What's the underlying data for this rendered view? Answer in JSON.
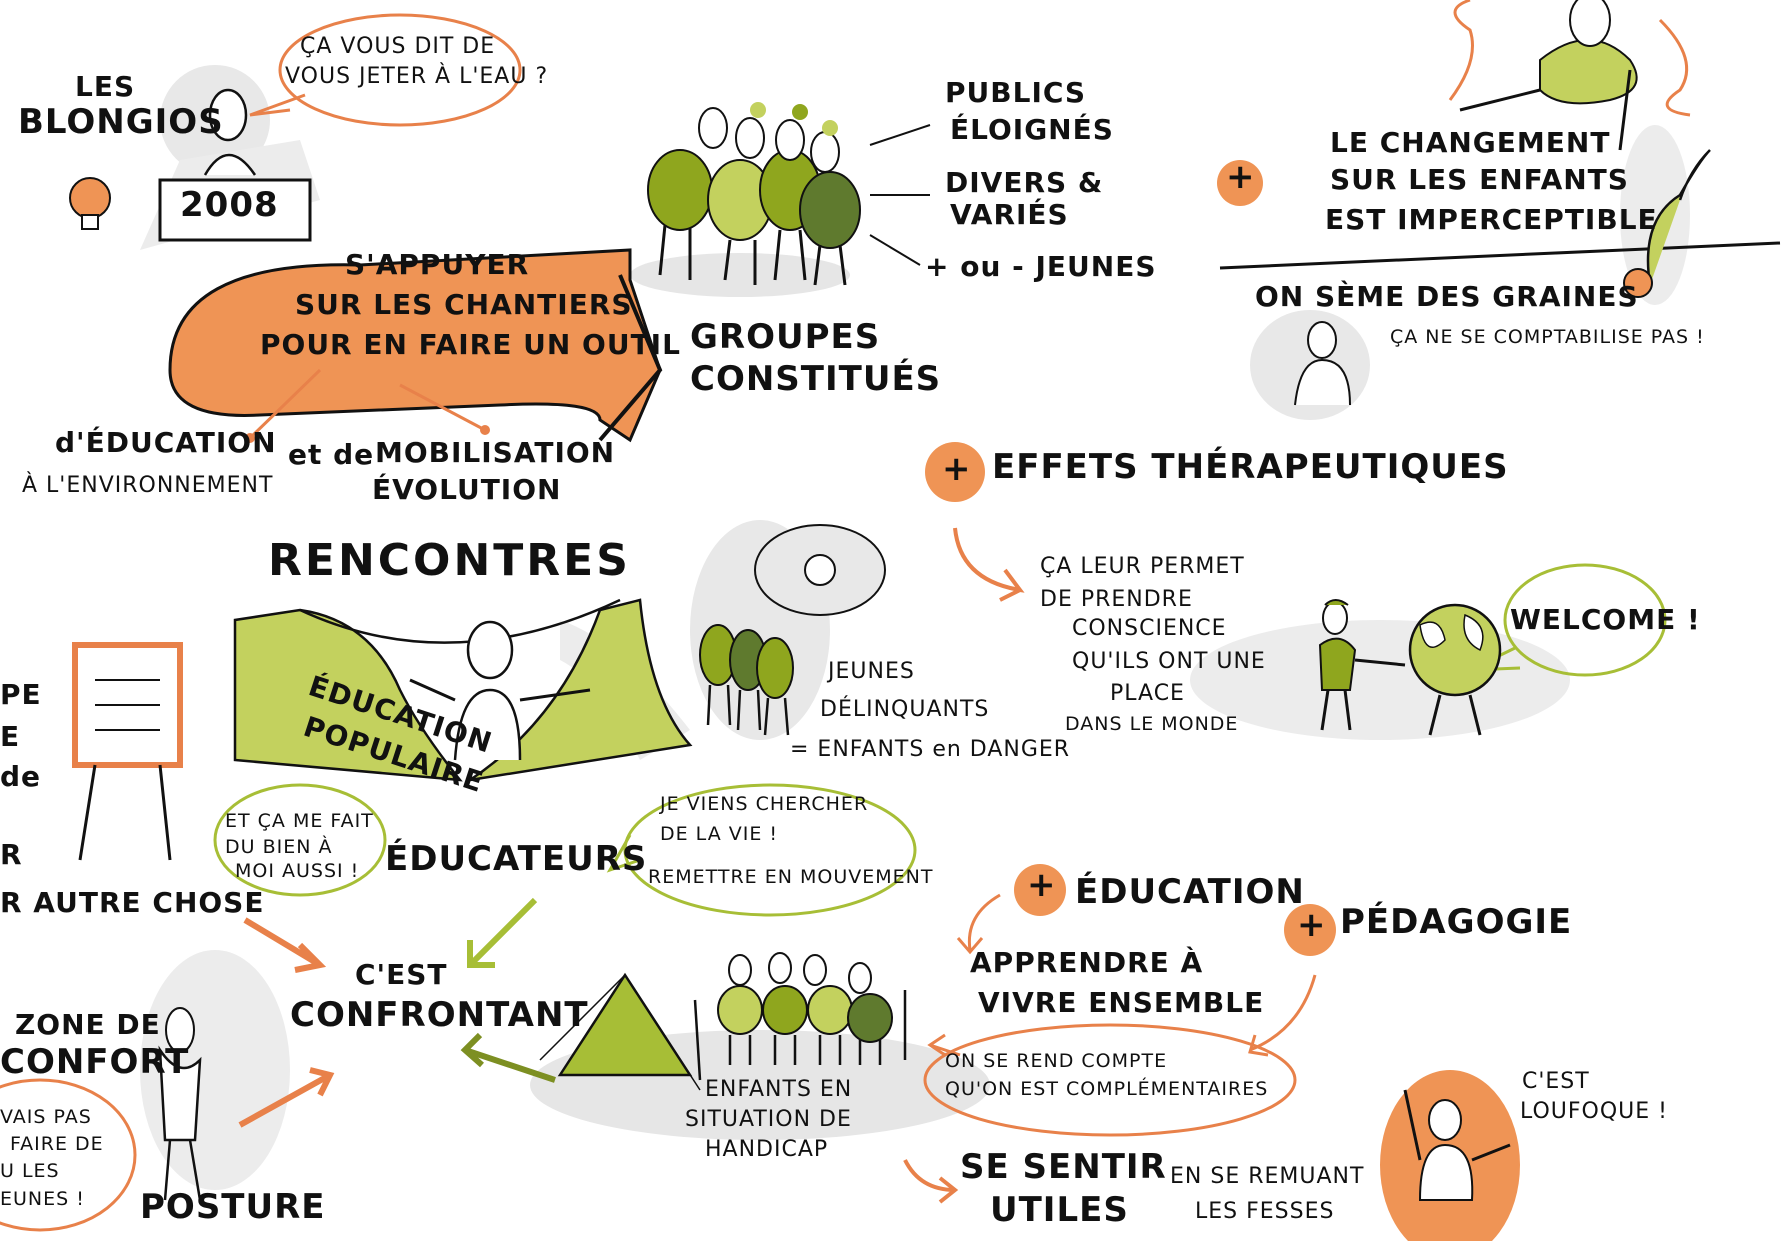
{
  "top_left": {
    "les_blongios": [
      "LES",
      "BLONGIOS"
    ],
    "year": "2008",
    "speech": [
      "ÇA VOUS DIT DE",
      "VOUS JETER À L'EAU ?"
    ]
  },
  "big_arrow": {
    "lines": [
      "S'APPUYER",
      "SUR LES CHANTIERS",
      "POUR EN FAIRE UN OUTIL"
    ],
    "below_left": [
      "d'ÉDUCATION",
      "À L'ENVIRONNEMENT"
    ],
    "below_mid_prefix": "et de",
    "below_mid": [
      "MOBILISATION",
      "ÉVOLUTION"
    ]
  },
  "groups": {
    "title": [
      "GROUPES",
      "CONSTITUÉS"
    ],
    "items": [
      [
        "PUBLICS",
        "ÉLOIGNÉS"
      ],
      [
        "DIVERS &",
        "VARIÉS"
      ],
      [
        "+ ou - JEUNES"
      ]
    ]
  },
  "top_right": {
    "plus": "+",
    "text": [
      "LE CHANGEMENT",
      "SUR LES ENFANTS",
      "EST IMPERCEPTIBLE"
    ],
    "seeds": "ON SÈME DES GRAINES",
    "not_counted": "ÇA NE SE COMPTABILISE PAS !"
  },
  "effets": {
    "plus": "+",
    "title": "EFFETS THÉRAPEUTIQUES",
    "text": [
      "ÇA LEUR PERMET",
      "DE PRENDRE",
      "CONSCIENCE",
      "QU'ILS ONT UNE",
      "PLACE",
      "DANS LE MONDE"
    ],
    "welcome": "WELCOME !"
  },
  "rencontres": {
    "title": "RENCONTRES",
    "arrow_text": [
      "ÉDUCATION",
      "POPULAIRE"
    ],
    "educateurs": "ÉDUCATEURS",
    "bubble_left": [
      "ET ÇA ME FAIT",
      "DU BIEN À",
      "MOI AUSSI !"
    ],
    "bubble_right": [
      "JE VIENS CHERCHER",
      "DE LA VIE !",
      "REMETTRE EN MOUVEMENT"
    ],
    "jeunes": [
      "JEUNES",
      "DÉLINQUANTS",
      "= ENFANTS en DANGER"
    ]
  },
  "left_cut": {
    "frag1": "PE",
    "frag2": "E",
    "frag3": "de",
    "frag4": "R",
    "autre": "R AUTRE CHOSE"
  },
  "confrontant": [
    "C'EST",
    "CONFRONTANT"
  ],
  "zone": {
    "title": [
      "ZONE DE",
      "CONFORT"
    ],
    "bubble": [
      "VAIS PAS",
      "FAIRE DE",
      "U LES",
      "EUNES !"
    ],
    "posture": "POSTURE"
  },
  "handicap": [
    "ENFANTS EN",
    "SITUATION DE",
    "HANDICAP"
  ],
  "education": {
    "plus": "+",
    "title": "ÉDUCATION",
    "sub": [
      "APPRENDRE À",
      "VIVRE ENSEMBLE"
    ],
    "complementaires": [
      "ON SE REND COMPTE",
      "QU'ON EST COMPLÉMENTAIRES"
    ]
  },
  "pedagogie": {
    "plus": "+",
    "title": "PÉDAGOGIE"
  },
  "utiles": [
    "SE SENTIR",
    "UTILES"
  ],
  "fesses": [
    "EN SE REMUANT",
    "LES FESSES"
  ],
  "loufoque": [
    "C'EST",
    "LOUFOQUE !"
  ],
  "colors": {
    "orange": "#e8814a",
    "light_orange": "#f0a070",
    "green": "#8fa61e",
    "light_green": "#c3d15e",
    "dark_green": "#5f7a2e",
    "gray": "#e6e6e6"
  }
}
